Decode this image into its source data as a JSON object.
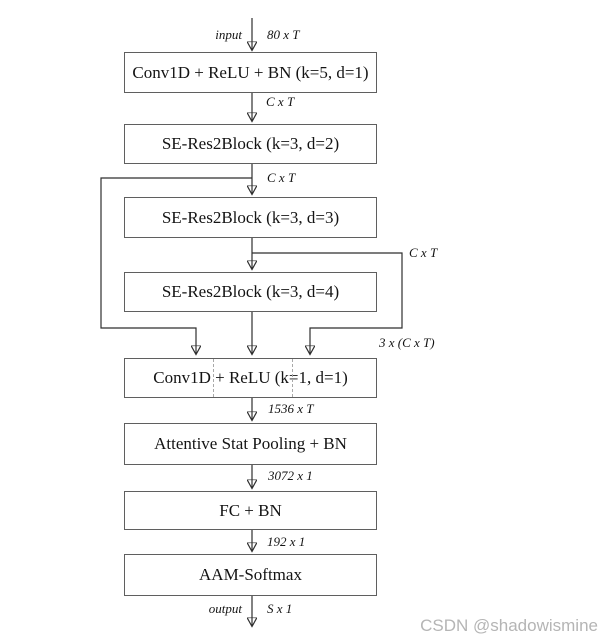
{
  "blocks": [
    {
      "label": "Conv1D + ReLU + BN (k=5, d=1)"
    },
    {
      "label": "SE-Res2Block (k=3, d=2)"
    },
    {
      "label": "SE-Res2Block (k=3, d=3)"
    },
    {
      "label": "SE-Res2Block (k=3, d=4)"
    },
    {
      "label": "Conv1D + ReLU (k=1, d=1)"
    },
    {
      "label": "Attentive Stat Pooling + BN"
    },
    {
      "label": "FC + BN"
    },
    {
      "label": "AAM-Softmax"
    }
  ],
  "edge_labels": {
    "input_name": "input",
    "input_dim": "80 x T",
    "after_conv1": "C x T",
    "after_se2": "C x T",
    "after_se3": "C x T",
    "concat_dim": "3 x (C x T)",
    "after_conv2": "1536 x T",
    "after_pooling": "3072 x 1",
    "after_fc": "192 x 1",
    "output_name": "output",
    "output_dim": "S x 1"
  },
  "watermark": "CSDN @shadowismine",
  "colors": {
    "line": "#2f2f2f",
    "box_border": "#5f5f5f",
    "text": "#141414",
    "dashed_divider": "#a9a9a9",
    "watermark": "#b5b5b5",
    "background": "#ffffff"
  }
}
